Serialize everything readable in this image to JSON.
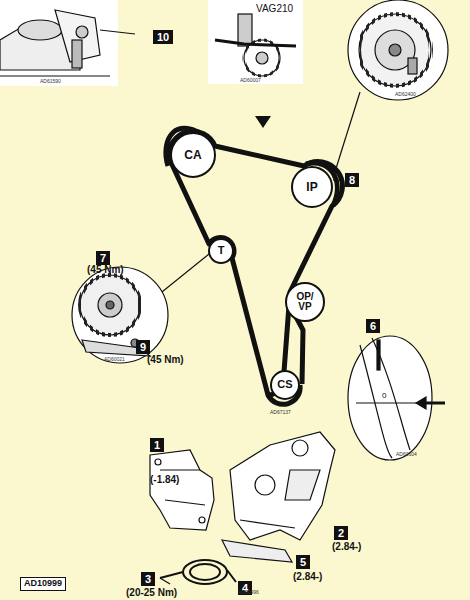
{
  "diagram": {
    "nodes": [
      {
        "text": [
          "CA"
        ]
      },
      {
        "text": [
          "IP"
        ]
      },
      {
        "text": [
          "T"
        ]
      },
      {
        "text": [
          "OP/ VP"
        ]
      },
      {
        "text": [
          "CS"
        ]
      }
    ],
    "labels": [
      "10",
      "AD61590",
      "VAG210",
      "AD60007",
      "AD62400",
      "8",
      "7",
      "(45 Nm)",
      "9",
      "(45 Nm)",
      "AD60021",
      "AD67137",
      "6",
      "0",
      "AD60604",
      "1",
      "(-1.84)",
      "2",
      "(2.84-)",
      "5",
      "(2.84-)",
      "3",
      "(20-25 Nm)",
      "4",
      "AD62996",
      "AD10999"
    ]
  }
}
